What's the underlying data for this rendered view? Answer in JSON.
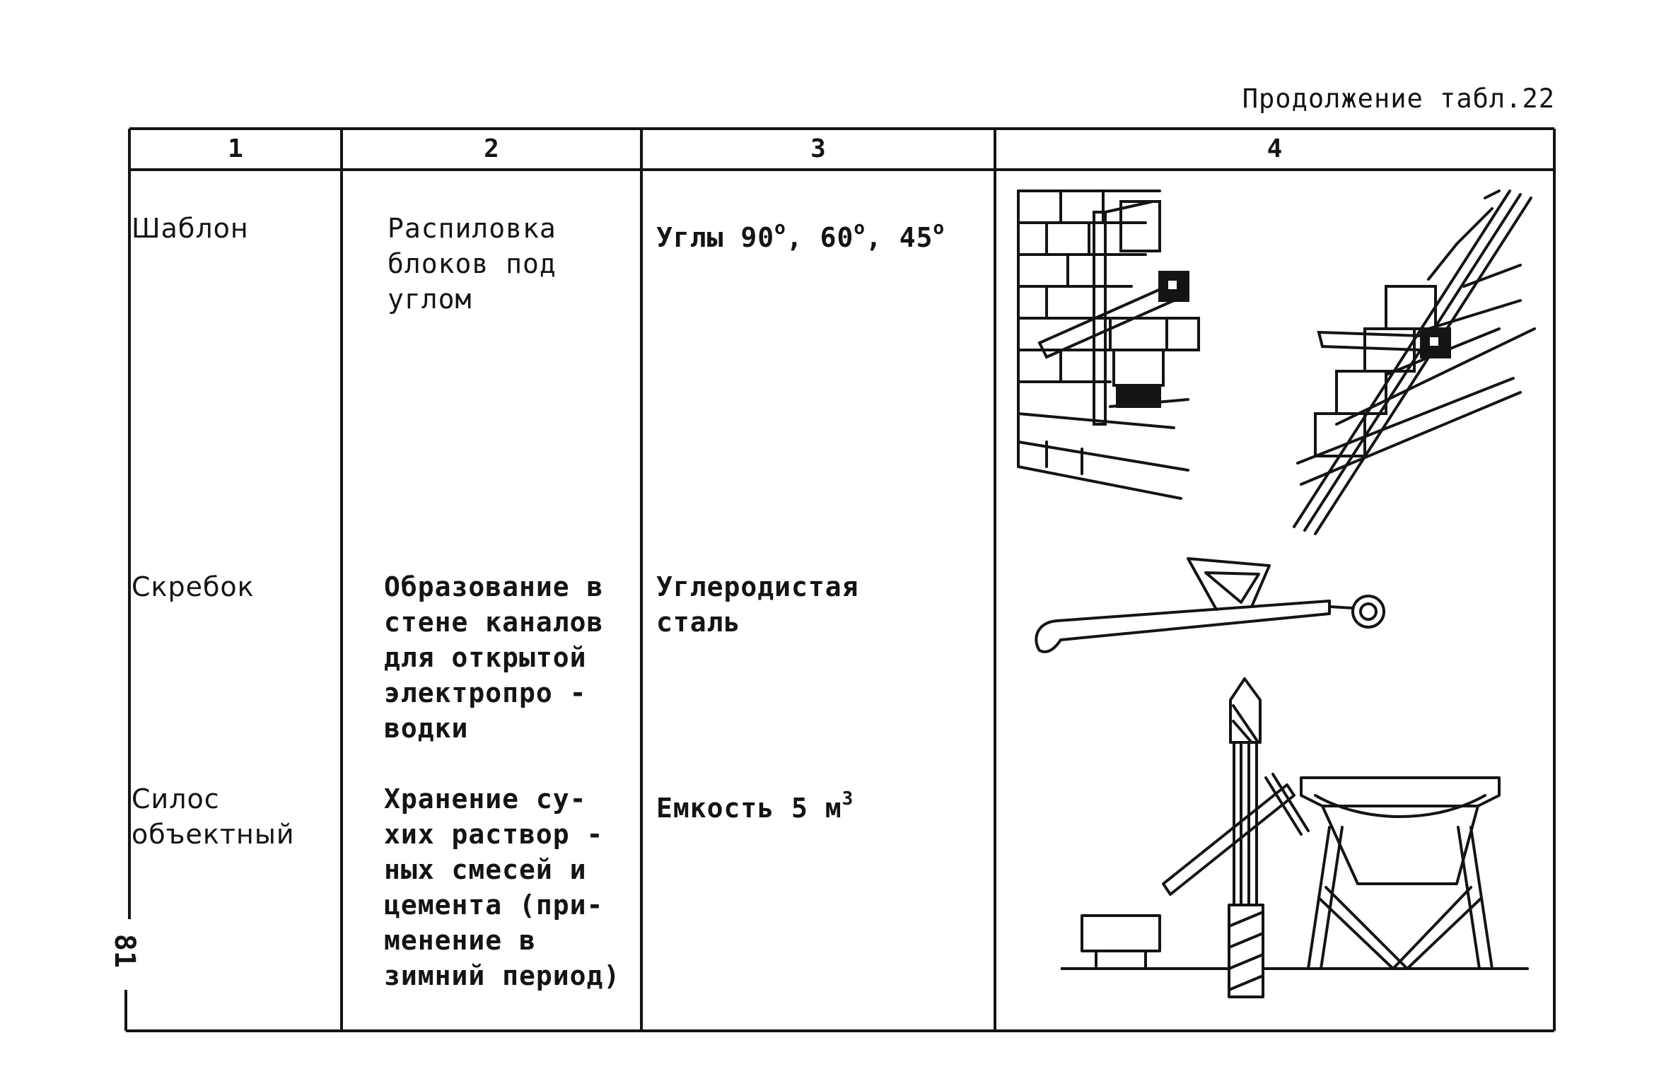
{
  "caption": "Продолжение табл.22",
  "headers": [
    "1",
    "2",
    "3",
    "4"
  ],
  "rows": [
    {
      "name": "Шаблон",
      "purpose": "Распиловка\nблоков под\nуглом",
      "spec_base": "Углы 90",
      "spec_sup1": "о",
      "spec_mid1": ", 60",
      "spec_sup2": "о",
      "spec_mid2": ", 45",
      "spec_sup3": "о",
      "illustration": "saw-template-illustration"
    },
    {
      "name": "Скребок",
      "purpose": "Образование в\nстене каналов\nдля открытой\nэлектропро -\nводки",
      "spec": "Углеродистая\nсталь",
      "illustration": "scraper-illustration"
    },
    {
      "name": "Силос\nобъектный",
      "purpose": "Хранение су-\nхих раствор -\nных смесей и\nцемента (при-\nменение в\nзимний период)",
      "spec_base": "Емкость 5 м",
      "spec_sup": "3",
      "illustration": "silo-illustration"
    }
  ],
  "page_number": "81"
}
